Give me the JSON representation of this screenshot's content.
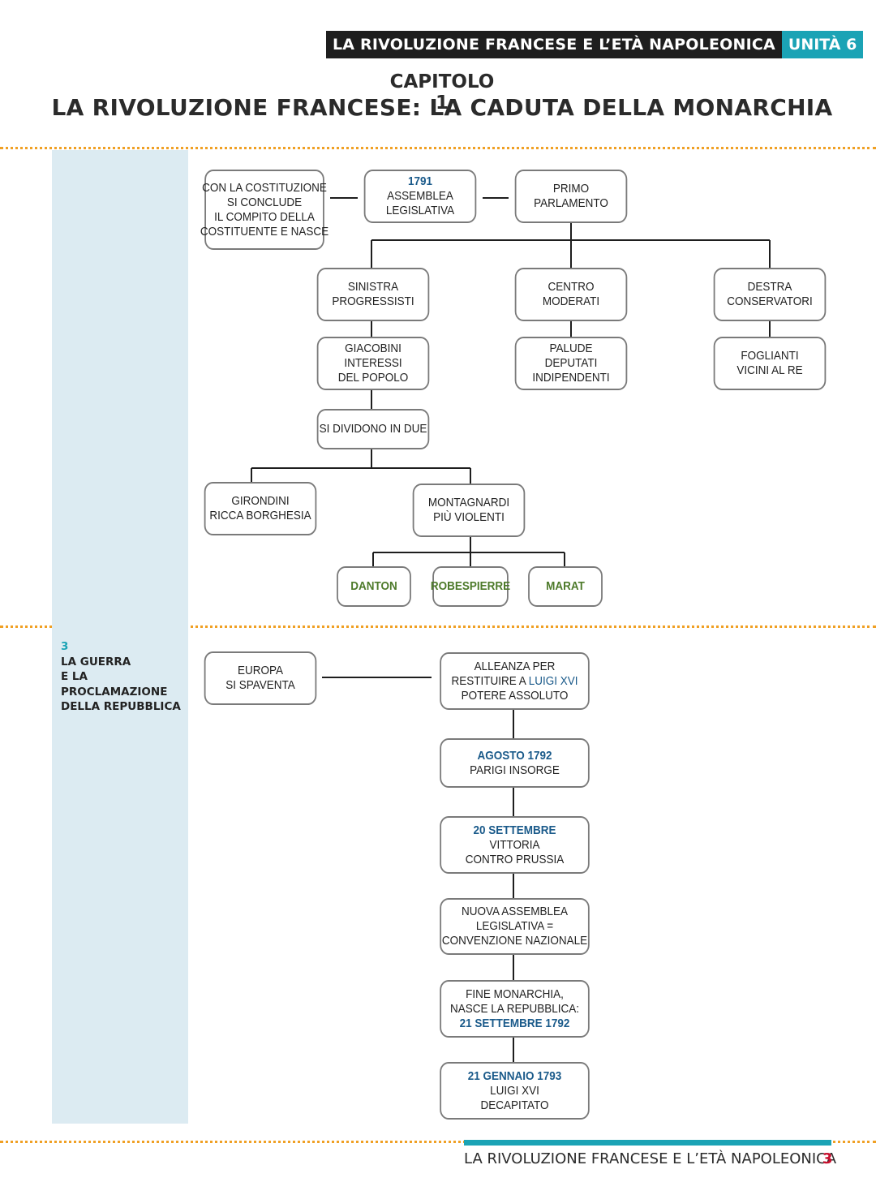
{
  "header": {
    "title": "LA RIVOLUZIONE FRANCESE E L’ETÀ NAPOLEONICA",
    "unit": "UNITÀ 6"
  },
  "chapter": {
    "number": "CAPITOLO 1",
    "title": "LA RIVOLUZIONE FRANCESE: LA CADUTA DELLA MONARCHIA"
  },
  "sidebar": {
    "section_number": "3",
    "section_lines": [
      "LA GUERRA",
      "E LA",
      "PROCLAMAZIONE",
      "DELLA REPUBBLICA"
    ]
  },
  "map1": {
    "costituzione": [
      "CON LA COSTITUZIONE",
      "SI CONCLUDE",
      "IL COMPITO DELLA",
      "COSTITUENTE E NASCE"
    ],
    "assemblea_year": "1791",
    "assemblea": [
      "ASSEMBLEA",
      "LEGISLATIVA"
    ],
    "parlamento": [
      "PRIMO",
      "PARLAMENTO"
    ],
    "sinistra": [
      "SINISTRA",
      "PROGRESSISTI"
    ],
    "centro": [
      "CENTRO",
      "MODERATI"
    ],
    "destra": [
      "DESTRA",
      "CONSERVATORI"
    ],
    "giacobini": [
      "GIACOBINI",
      "INTERESSI",
      "DEL POPOLO"
    ],
    "palude": [
      "PALUDE",
      "DEPUTATI",
      "INDIPENDENTI"
    ],
    "foglianti": [
      "FOGLIANTI",
      "VICINI AL RE"
    ],
    "dividono": "SI DIVIDONO IN DUE",
    "girondini": [
      "GIRONDINI",
      "RICCA BORGHESIA"
    ],
    "montagnardi": [
      "MONTAGNARDI",
      "PIÙ VIOLENTI"
    ],
    "danton": "DANTON",
    "robespierre": "ROBESPIERRE",
    "marat": "MARAT"
  },
  "map2": {
    "europa": [
      "EUROPA",
      "SI SPAVENTA"
    ],
    "alleanza_a": "ALLEANZA PER",
    "alleanza_b": "RESTITUIRE A ",
    "alleanza_name": "LUIGI XVI",
    "alleanza_c": "POTERE ASSOLUTO",
    "agosto_date": "AGOSTO 1792",
    "agosto_text": "PARIGI INSORGE",
    "settembre_date": "20 SETTEMBRE",
    "settembre_text": [
      "VITTORIA",
      "CONTRO PRUSSIA"
    ],
    "nuova": [
      "NUOVA ASSEMBLEA",
      "LEGISLATIVA  =",
      "CONVENZIONE NAZIONALE"
    ],
    "fine": [
      "FINE MONARCHIA,",
      "NASCE LA REPUBBLICA:"
    ],
    "fine_date": "21 SETTEMBRE 1792",
    "gennaio_date": "21 GENNAIO 1793",
    "gennaio_text": [
      "LUIGI XVI",
      "DECAPITATO"
    ]
  },
  "footer": {
    "text": "LA RIVOLUZIONE FRANCESE E L’ETÀ NAPOLEONICA",
    "page": "3"
  },
  "colors": {
    "accent": "#1ba3b5",
    "dots": "#f0a024",
    "sidebar": "#dcebf2",
    "blue_text": "#1a5a8a",
    "green_text": "#4d7a2a",
    "page_number": "#c8102e"
  }
}
